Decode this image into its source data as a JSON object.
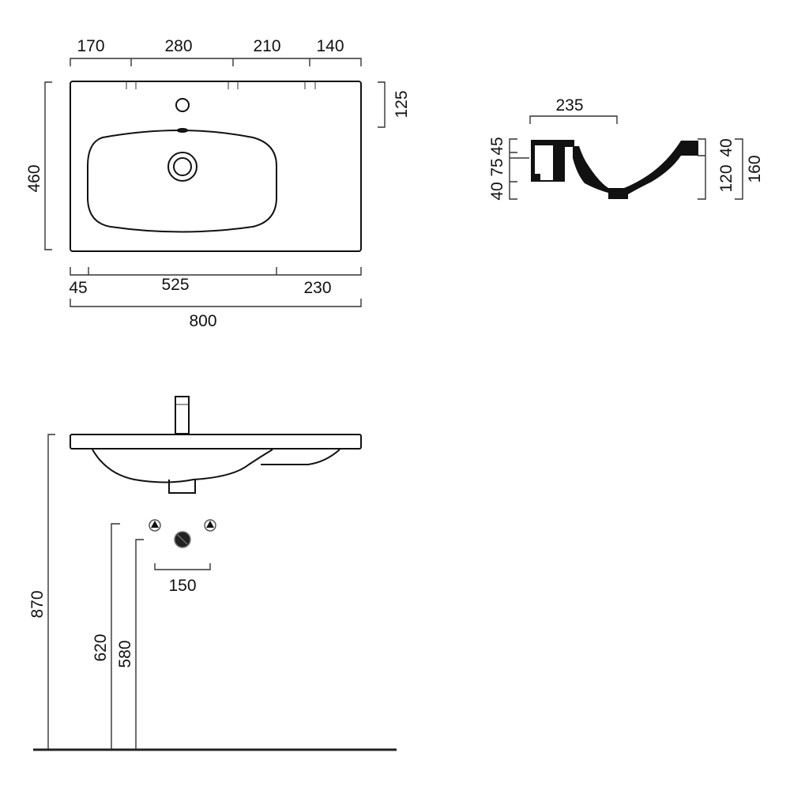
{
  "top_view": {
    "top_dims": [
      "170",
      "280",
      "210",
      "140"
    ],
    "depth": "460",
    "tap_offset": "125",
    "bottom_dims": [
      "45",
      "525",
      "230"
    ],
    "overall_width": "800"
  },
  "section_view": {
    "basin_depth_offset": "235",
    "left_dims": [
      "45",
      "75",
      "40"
    ],
    "right_dims": [
      "40",
      "120"
    ],
    "overall_height": "160"
  },
  "front_view": {
    "mount_height": "870",
    "supply_height": "620",
    "waste_height": "580",
    "supply_spacing": "150"
  }
}
